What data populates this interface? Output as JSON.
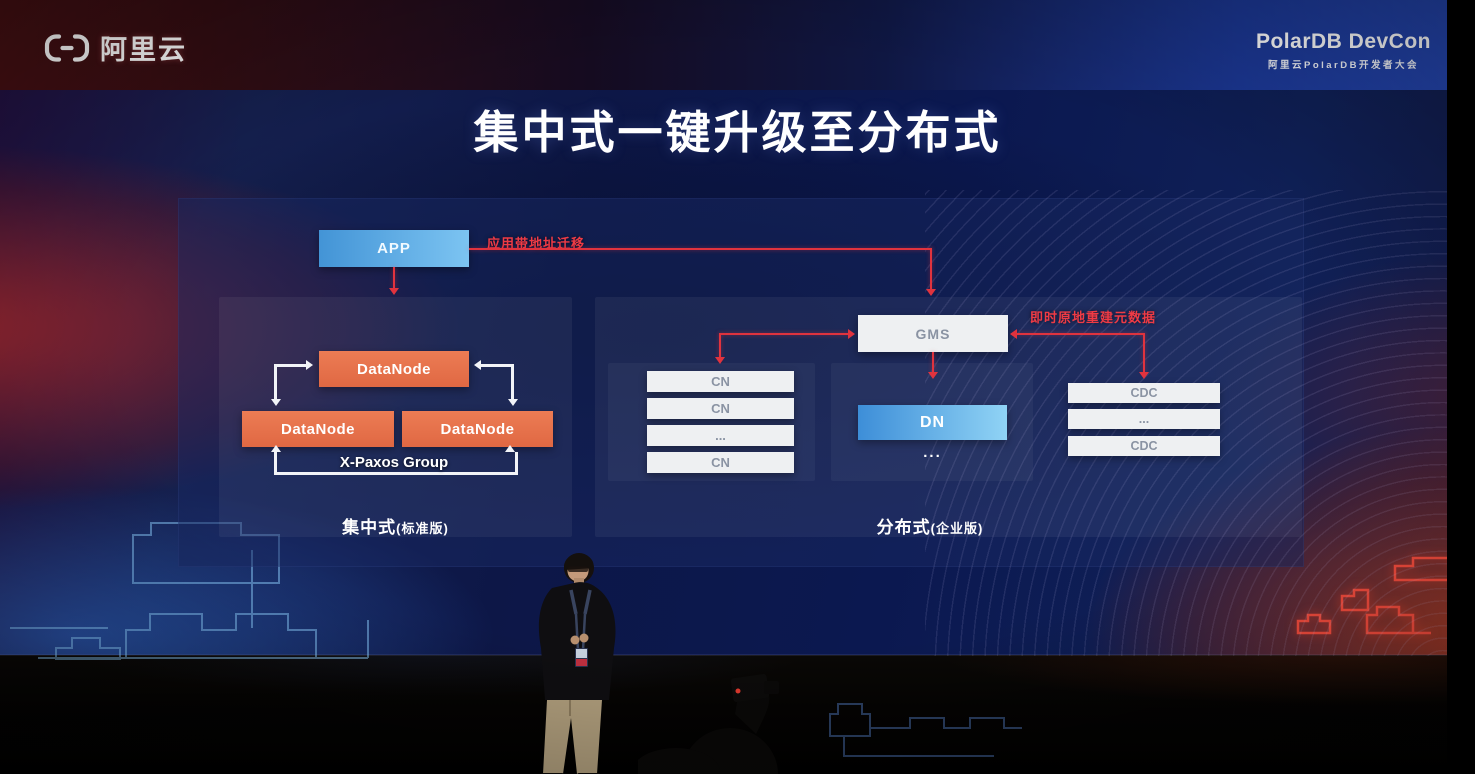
{
  "header": {
    "alibaba_logo": "阿里云",
    "event_title": "PolarDB DevCon",
    "event_subtitle": "阿里云PolarDB开发者大会"
  },
  "slide": {
    "title": "集中式一键升级至分布式",
    "annotations": {
      "app_migration": "应用带地址迁移",
      "rebuild_metadata": "即时原地重建元数据"
    },
    "left_group": {
      "caption_main": "集中式",
      "caption_sub": "(标准版)",
      "app_label": "APP",
      "datanodes": [
        "DataNode",
        "DataNode",
        "DataNode"
      ],
      "xpaxos_label": "X-Paxos Group"
    },
    "right_group": {
      "caption_main": "分布式",
      "caption_sub": "(企业版)",
      "gms_label": "GMS",
      "cn_items": [
        "CN",
        "CN",
        "...",
        "CN"
      ],
      "dn_label": "DN",
      "dn_more": "...",
      "cdc_items": [
        "CDC",
        "...",
        "CDC"
      ]
    }
  },
  "colors": {
    "accent_red_arrow": "#E0333E",
    "node_orange": "#E8744E",
    "node_light_blue": "#5FB0EA",
    "node_white_box": "#EFF0F2",
    "wall_blue": "#0D1A4D",
    "deco_red_outline": "#FF5040",
    "deco_cyan_outline": "#8ECFFF",
    "stage_black": "#050403"
  }
}
